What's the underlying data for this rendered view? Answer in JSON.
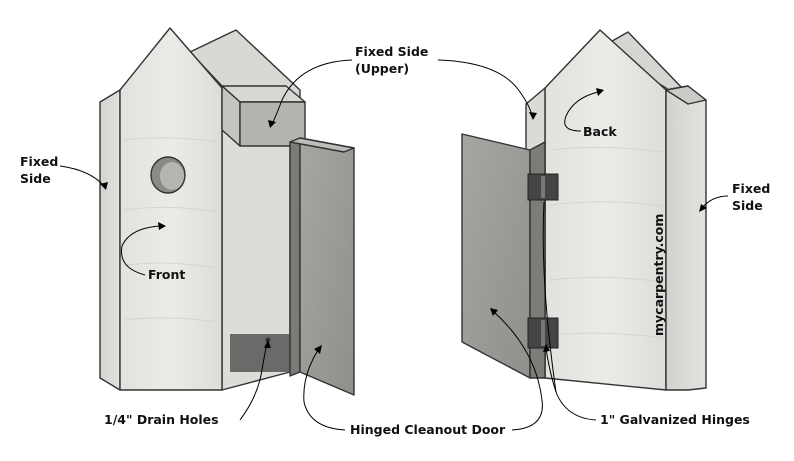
{
  "labels": {
    "fixed_side_left": [
      "Fixed",
      "Side"
    ],
    "fixed_side_upper": [
      "Fixed Side",
      "(Upper)"
    ],
    "front": "Front",
    "back": "Back",
    "fixed_side_right": [
      "Fixed",
      "Side"
    ],
    "drain_holes": "1/4\" Drain Holes",
    "cleanout_door": "Hinged Cleanout Door",
    "hinges": "1\" Galvanized Hinges"
  },
  "watermark": "mycarpentry.com",
  "colors": {
    "wood_light": "#e6e6e3",
    "wood_mid": "#cfcfcc",
    "wood_dark": "#9e9e9b",
    "wood_shadow": "#6f6f6d",
    "edge": "#333333",
    "hinge": "#444444",
    "text": "#111111"
  }
}
